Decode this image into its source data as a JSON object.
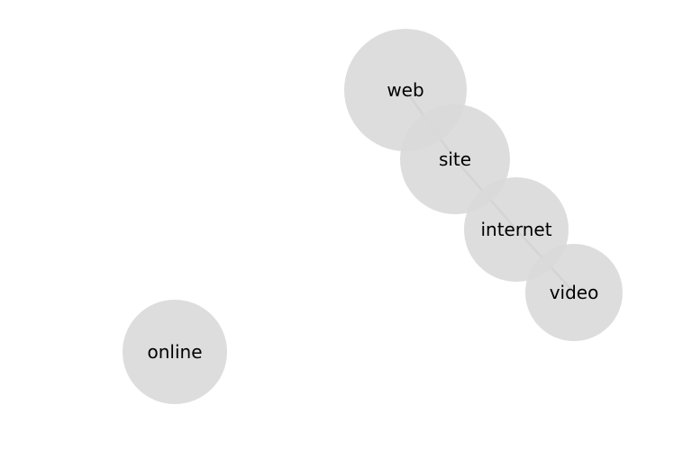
{
  "graph": {
    "nodes": [
      {
        "id": "web",
        "label": "web"
      },
      {
        "id": "site",
        "label": "site"
      },
      {
        "id": "internet",
        "label": "internet"
      },
      {
        "id": "video",
        "label": "video"
      },
      {
        "id": "online",
        "label": "online"
      }
    ],
    "edges": [
      {
        "source": "web",
        "target": "site"
      },
      {
        "source": "site",
        "target": "internet"
      },
      {
        "source": "internet",
        "target": "video"
      }
    ],
    "colors": {
      "node_fill": "#d9d9d9",
      "edge": "#a6a6a6",
      "label": "#000000"
    }
  }
}
